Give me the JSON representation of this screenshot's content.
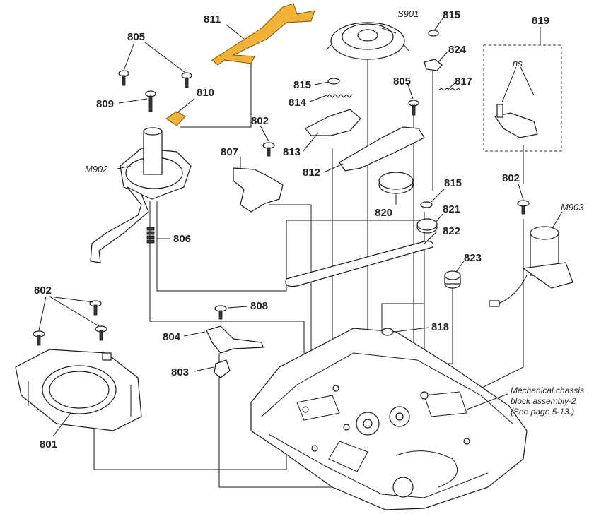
{
  "labels": {
    "p801": "801",
    "p802a": "802",
    "p802b": "802",
    "p802c": "802",
    "p803": "803",
    "p804": "804",
    "p805a": "805",
    "p805b": "805",
    "p806": "806",
    "p807": "807",
    "p808": "808",
    "p809": "809",
    "p810": "810",
    "p811": "811",
    "p812": "812",
    "p813": "813",
    "p814": "814",
    "p815a": "815",
    "p815b": "815",
    "p815c": "815",
    "p817": "817",
    "p818": "818",
    "p819": "819",
    "p820": "820",
    "p821": "821",
    "p822": "822",
    "p823": "823",
    "p824": "824",
    "s901": "S901",
    "m902": "M902",
    "m903": "M903",
    "ns": "ns"
  },
  "note": {
    "line1": "Mechanical chassis",
    "line2": "block assembly-2",
    "line3": "(See page 5-13.)"
  },
  "colors": {
    "highlight_part": "#f2b23a",
    "line": "#1a1a1a",
    "background": "#ffffff"
  }
}
